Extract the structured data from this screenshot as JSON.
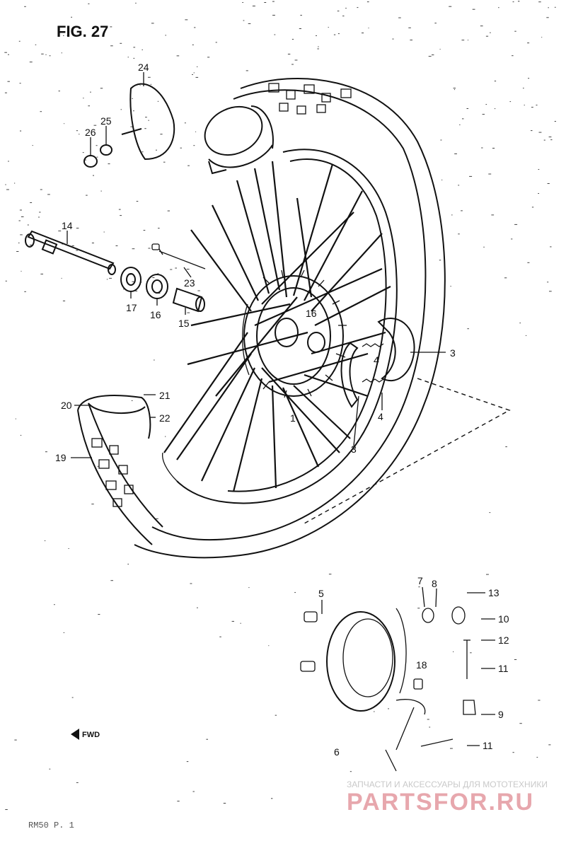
{
  "figure": {
    "title": "FIG. 27"
  },
  "callouts": {
    "c1": "1",
    "c3a": "3",
    "c3b": "3",
    "c4a": "4",
    "c4b": "4",
    "c5": "5",
    "c6": "6",
    "c7": "7",
    "c8": "8",
    "c9": "9",
    "c10": "10",
    "c11a": "11",
    "c11b": "11",
    "c12": "12",
    "c13": "13",
    "c14": "14",
    "c15": "15",
    "c16a": "16",
    "c16b": "16",
    "c17": "17",
    "c18": "18",
    "c19": "19",
    "c20": "20",
    "c21": "21",
    "c22": "22",
    "c23": "23",
    "c24": "24",
    "c25": "25",
    "c26": "26"
  },
  "direction_marker": {
    "label": "FWD"
  },
  "watermark": {
    "tagline": "ЗАПЧАСТИ И АКСЕССУАРЫ ДЛЯ МОТОТЕХНИКИ",
    "brand": "PARTSFOR.RU"
  },
  "footer": {
    "code": "RM50 P. 1"
  }
}
